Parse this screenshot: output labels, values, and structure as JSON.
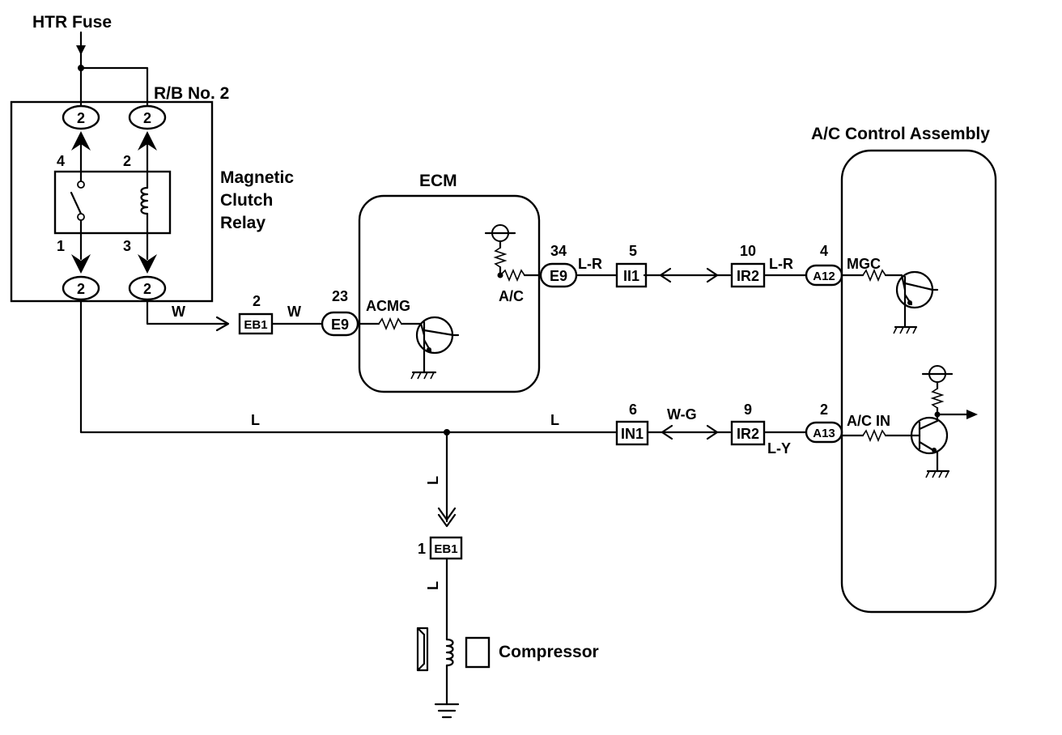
{
  "labels": {
    "htr_fuse": "HTR Fuse",
    "rb_no2": "R/B No. 2",
    "relay_l1": "Magnetic",
    "relay_l2": "Clutch",
    "relay_l3": "Relay",
    "ecm": "ECM",
    "ac_assembly": "A/C Control Assembly",
    "compressor": "Compressor",
    "acmg": "ACMG",
    "ac": "A/C",
    "mgc": "MGC",
    "ac_in": "A/C IN"
  },
  "relay_pins": {
    "top_left": "4",
    "top_right": "2",
    "bottom_left": "1",
    "bottom_right": "3"
  },
  "relay_box_connectors": {
    "c1": "2",
    "c2": "2",
    "c3": "2",
    "c4": "2"
  },
  "connectors": {
    "eb1_top": {
      "code": "EB1",
      "pin": "2"
    },
    "e9_acmg": {
      "code": "E9",
      "pin": "23"
    },
    "e9_ac": {
      "code": "E9",
      "pin": "34"
    },
    "ii1": {
      "code": "II1",
      "pin": "5"
    },
    "ir2_top": {
      "code": "IR2",
      "pin": "10"
    },
    "a12": {
      "code": "A12",
      "pin": "4"
    },
    "in1": {
      "code": "IN1",
      "pin": "6"
    },
    "ir2_bot": {
      "code": "IR2",
      "pin": "9"
    },
    "a13": {
      "code": "A13",
      "pin": "2"
    },
    "eb1_bottom": {
      "code": "EB1",
      "pin": "1"
    }
  },
  "wires": {
    "w1": "W",
    "w2": "W",
    "lr1": "L-R",
    "lr2": "L-R",
    "l1": "L",
    "l2": "L",
    "wg": "W-G",
    "ly": "L-Y",
    "l_down1": "L",
    "l_down2": "L"
  }
}
